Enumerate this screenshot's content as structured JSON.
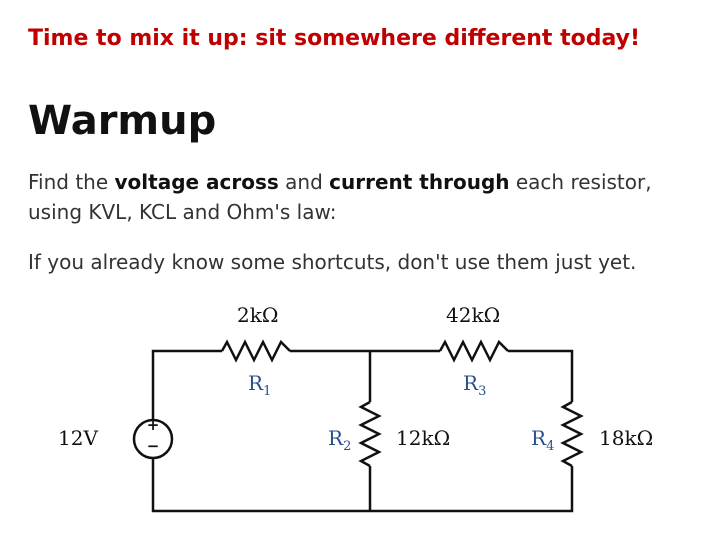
{
  "banner": "Time to mix it up: sit somewhere different today!",
  "title": "Warmup",
  "instruction": {
    "before": "Find the ",
    "bold1": "voltage across",
    "mid": " and ",
    "bold2": "current through",
    "after": " each resistor, using KVL, KCL and Ohm's law:"
  },
  "note": "If you already know some shortcuts, don't use them just yet.",
  "circuit": {
    "source": {
      "value": "12V",
      "plus": "+",
      "minus": "−"
    },
    "r1": {
      "name": "R",
      "sub": "1",
      "value": "2kΩ"
    },
    "r2": {
      "name": "R",
      "sub": "2",
      "value": "12kΩ"
    },
    "r3": {
      "name": "R",
      "sub": "3",
      "value": "42kΩ"
    },
    "r4": {
      "name": "R",
      "sub": "4",
      "value": "18kΩ"
    },
    "colors": {
      "label": "#2a4f8f",
      "wire": "#111111"
    }
  }
}
